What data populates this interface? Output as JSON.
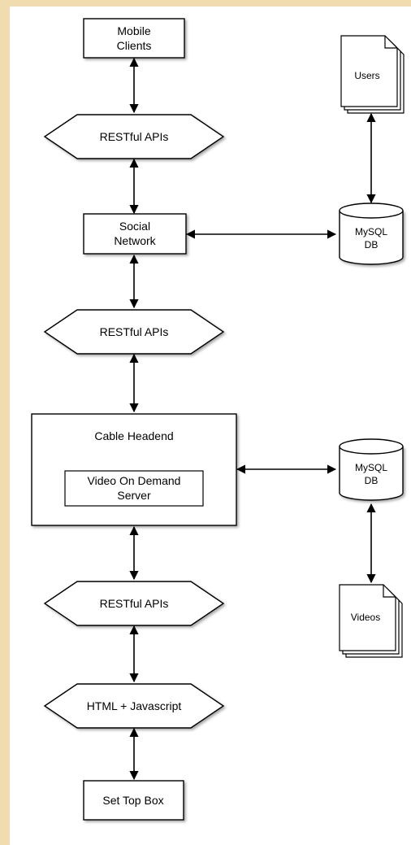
{
  "nodes": {
    "mobile_clients": [
      "Mobile",
      "Clients"
    ],
    "api_top": "RESTful APIs",
    "social_network": [
      "Social",
      "Network"
    ],
    "api_mid": "RESTful APIs",
    "cable_headend": "Cable Headend",
    "vod_server": [
      "Video On Demand",
      "Server"
    ],
    "api_bottom": "RESTful APIs",
    "html_js": "HTML + Javascript",
    "set_top_box": "Set Top Box",
    "mysql_top": [
      "MySQL",
      "DB"
    ],
    "mysql_bottom": [
      "MySQL",
      "DB"
    ],
    "users_doc": "Users",
    "videos_doc": "Videos"
  }
}
